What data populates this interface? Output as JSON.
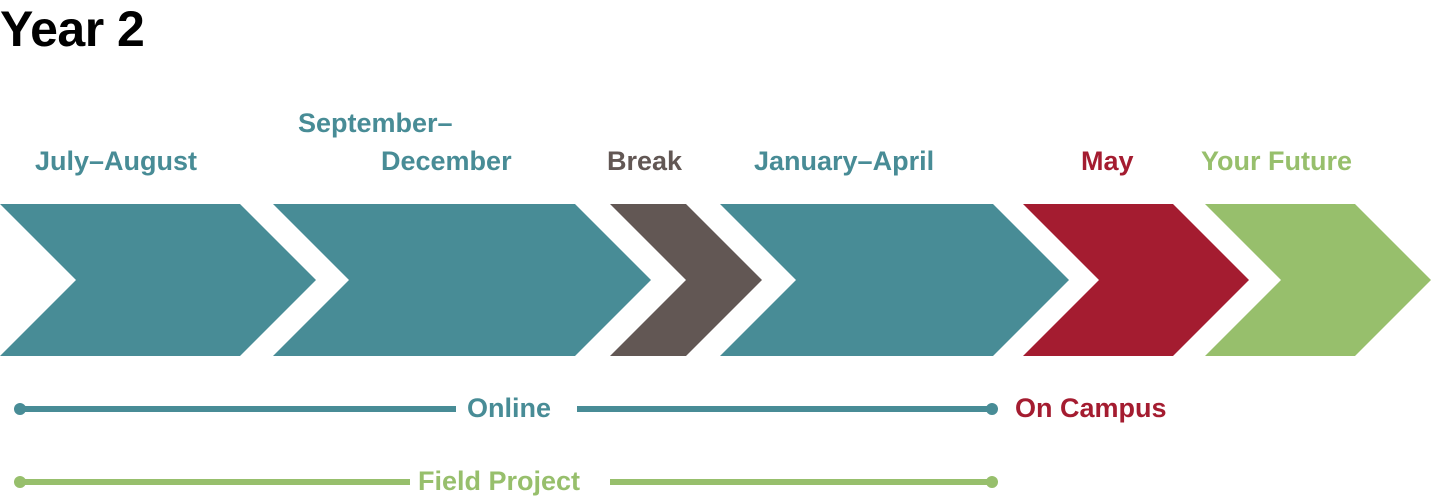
{
  "title": "Year 2",
  "phases": [
    {
      "label_line1": "July–August"
    },
    {
      "label_line1": "September–",
      "label_line2": "December"
    },
    {
      "label_line1": "Break"
    },
    {
      "label_line1": "January–April"
    },
    {
      "label_line1": "May"
    },
    {
      "label_line1": "Your Future"
    }
  ],
  "tracks": {
    "online": "Online",
    "on_campus": "On Campus",
    "field_project": "Field Project"
  },
  "colors": {
    "teal": "#488c96",
    "brown": "#625754",
    "red": "#a41c30",
    "green": "#97bf6c"
  }
}
